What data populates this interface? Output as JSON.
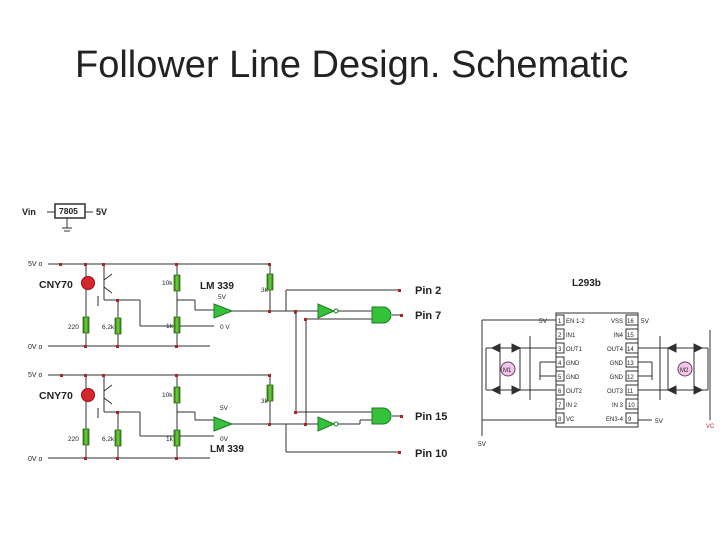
{
  "slide": {
    "title": "Follower Line Design. Schematic"
  },
  "regulator": {
    "vin": "Vin",
    "part": "7805",
    "out": "5V"
  },
  "sensor_top": {
    "v5": "5V o",
    "v0": "0V o",
    "sensor": "CNY70",
    "r220": "220",
    "r6k2": "6.2k",
    "r10k": "10k",
    "r1k": "1k",
    "r3k": "3k",
    "comp": "LM 339",
    "comp5v": "5V",
    "comp0v": "0 V"
  },
  "sensor_bottom": {
    "v5": "5V o",
    "v0": "0V o",
    "sensor": "CNY70",
    "r220": "220",
    "r6k2": "6.2k",
    "r10k": "10k",
    "r1k": "1k",
    "r3k": "3k",
    "comp": "LM 339",
    "comp5v": "5V",
    "comp0v": "0V"
  },
  "pins": {
    "p2": "Pin 2",
    "p7": "Pin 7",
    "p15": "Pin 15",
    "p10": "Pin 10"
  },
  "l293": {
    "title": "L293b",
    "left_pins": [
      "EN 1-2",
      "IN1",
      "OUT1",
      "GND",
      "GND",
      "OUT2",
      "IN 2",
      "VC"
    ],
    "left_nums": [
      "1",
      "2",
      "3",
      "4",
      "5",
      "6",
      "7",
      "8"
    ],
    "right_pins": [
      "VSS",
      "IN4",
      "OUT4",
      "GND",
      "GND",
      "OUT3",
      "IN 3",
      "EN3-4"
    ],
    "right_nums": [
      "16",
      "15",
      "14",
      "13",
      "12",
      "11",
      "10",
      "9"
    ],
    "v5_left": "5V",
    "v5_right": "5V",
    "v5_bottom_right": "5V",
    "v5_bottom": "5V",
    "m1": "M1",
    "m2": "M2",
    "vc": "VC"
  },
  "colors": {
    "wire": "#303030",
    "resistor": "#4caf27",
    "resistor_dark": "#2d6e14",
    "gate": "#33c23a",
    "led": "#d9252c",
    "node": "#b22222"
  }
}
